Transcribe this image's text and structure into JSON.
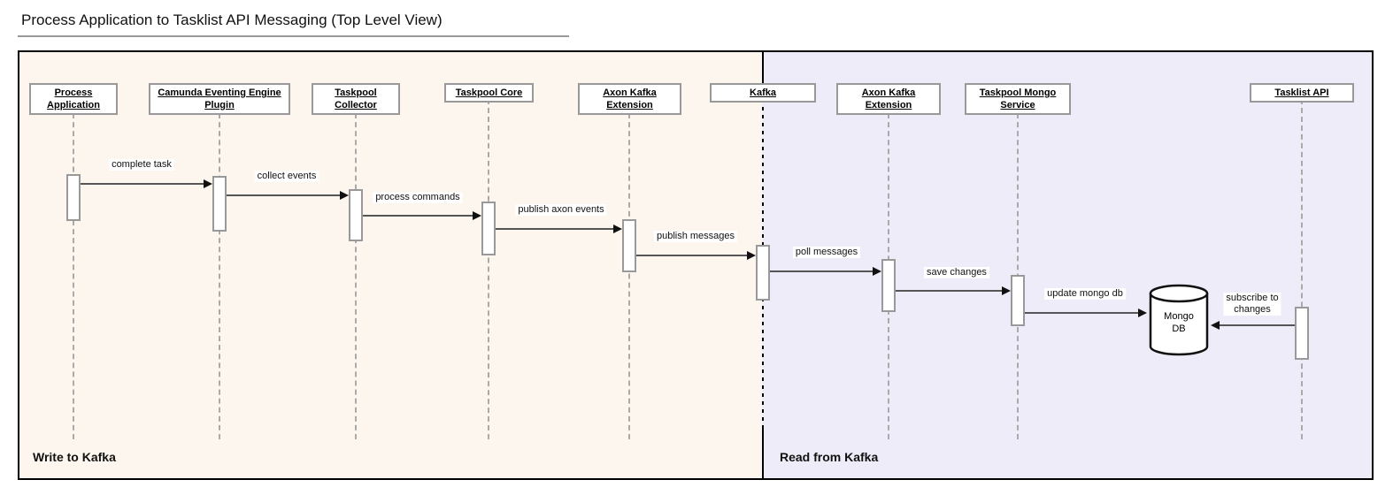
{
  "title": "Process Application to Tasklist API Messaging (Top Level View)",
  "regions": {
    "write": {
      "label": "Write to Kafka",
      "background": "#fdf6ee"
    },
    "read": {
      "label": "Read from Kafka",
      "background": "#edecf8"
    }
  },
  "participants": [
    {
      "label": "Process Application"
    },
    {
      "label": "Camunda Eventing Engine Plugin"
    },
    {
      "label": "Taskpool Collector"
    },
    {
      "label": "Taskpool Core"
    },
    {
      "label": "Axon Kafka Extension"
    },
    {
      "label": "Kafka"
    },
    {
      "label": "Axon Kafka Extension"
    },
    {
      "label": "Taskpool Mongo Service"
    },
    {
      "label": "Tasklist API"
    }
  ],
  "messages": [
    {
      "label": "complete task",
      "from": "Process Application",
      "to": "Camunda Eventing Engine Plugin"
    },
    {
      "label": "collect events",
      "from": "Camunda Eventing Engine Plugin",
      "to": "Taskpool Collector"
    },
    {
      "label": "process commands",
      "from": "Taskpool Collector",
      "to": "Taskpool Core"
    },
    {
      "label": "publish axon events",
      "from": "Taskpool Core",
      "to": "Axon Kafka Extension"
    },
    {
      "label": "publish messages",
      "from": "Axon Kafka Extension",
      "to": "Kafka"
    },
    {
      "label": "poll messages",
      "from": "Kafka",
      "to": "Axon Kafka Extension"
    },
    {
      "label": "save changes",
      "from": "Axon Kafka Extension",
      "to": "Taskpool Mongo Service"
    },
    {
      "label": "update mongo db",
      "from": "Taskpool Mongo Service",
      "to": "Mongo DB"
    },
    {
      "label": "subscribe to\nchanges",
      "from": "Tasklist API",
      "to": "Mongo DB"
    }
  ],
  "database": {
    "label": "Mongo\nDB"
  },
  "colors": {
    "write_background": "#fdf6ee",
    "read_background": "#edecf8",
    "box_border": "#999999",
    "arrow_line": "#555555",
    "arrow_head": "#111111",
    "divider": "#000000"
  }
}
